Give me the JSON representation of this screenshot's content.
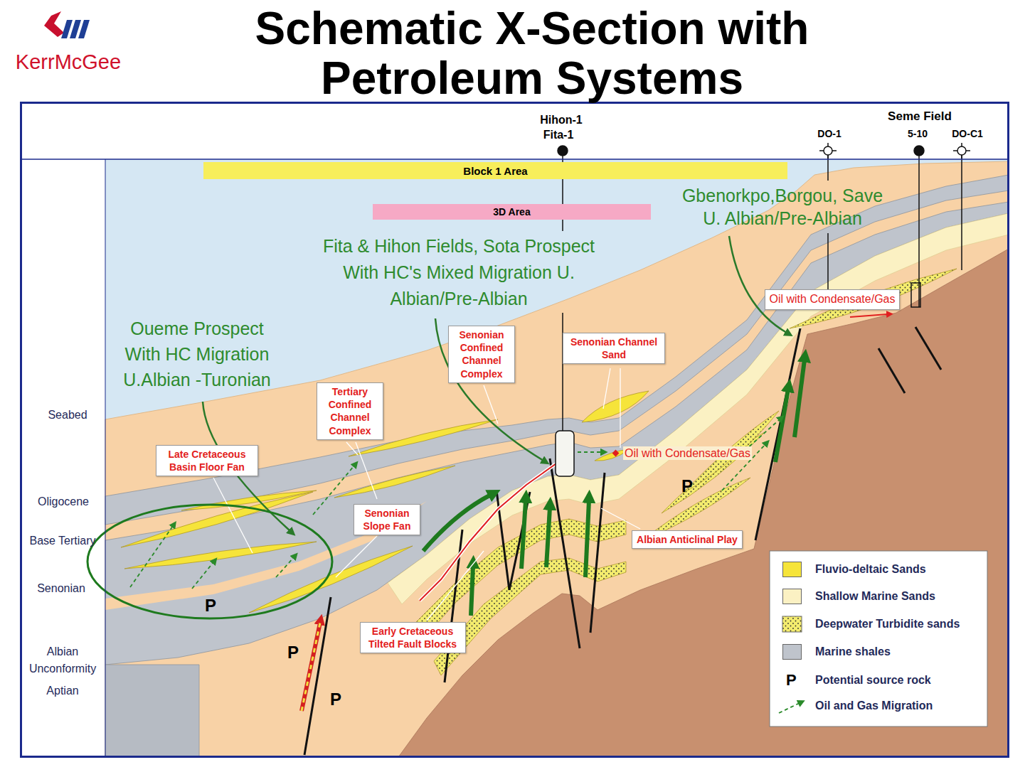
{
  "diagram": {
    "title": "Schematic X-Section with Petroleum Systems",
    "nodes": [
      {
        "text": [
          "Block 1 Area"
        ]
      },
      {
        "text": [
          "3D Area"
        ]
      },
      {
        "text": [
          "Oil with Condensate/Gas"
        ]
      },
      {
        "text": [
          "Senonian Confined Channel Complex"
        ]
      },
      {
        "text": [
          "Senonian Channel Sand"
        ]
      },
      {
        "text": [
          "Tertiary Confined Channel Complex"
        ]
      },
      {
        "text": [
          "Late Cretaceous Basin Floor Fan"
        ]
      },
      {
        "text": [
          "Senonian Slope Fan"
        ]
      },
      {
        "text": [
          "Albian Anticlinal Play"
        ]
      },
      {
        "text": [
          "Early Cretaceous Tilted Fault Blocks"
        ]
      }
    ],
    "labels": [
      "KerrMcGee",
      "Hihon-1",
      "Fita-1",
      "Seme Field",
      "DO-1",
      "5-10",
      "DO-C1",
      "Gbenorkpo,Borgou, Save U. Albian/Pre-Albian",
      "Fita & Hihon Fields, Sota Prospect With HC's Mixed Migration U. Albian/Pre-Albian",
      "Oueme Prospect With HC Migration U.Albian -Turonian",
      "Oil with Condensate/Gas",
      "Seabed",
      "P",
      "Oligocene",
      "Base Tertiary",
      "Senonian",
      "P",
      "P",
      "Albian Unconformity",
      "Aptian",
      "P",
      "P"
    ],
    "legend": [
      {
        "text": "Fluvio-deltaic Sands",
        "color": "#f6e43a"
      },
      {
        "text": "Shallow Marine Sands",
        "color": "#fbf1c3"
      },
      {
        "text": "Deepwater Turbidite sands"
      },
      {
        "text": "Marine shales",
        "color": "#bfc4cc"
      },
      {
        "text": "Potential source rock"
      },
      {
        "text": "Oil and Gas Migration"
      }
    ]
  }
}
